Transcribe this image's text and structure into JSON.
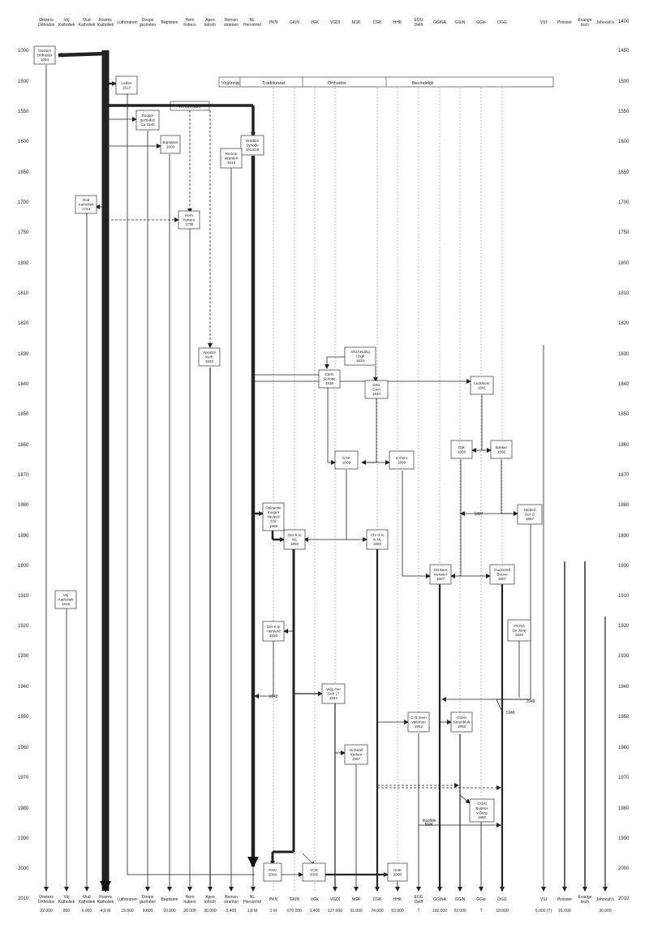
{
  "chart_data": {
    "type": "diagram",
    "title": "",
    "columns": [
      {
        "header": "Oosters Orthodox",
        "footer": "Oosters Orthodox",
        "count": "22.000"
      },
      {
        "header": "Vrij Katholiek",
        "footer": "Vrij Katholiek",
        "count": "800"
      },
      {
        "header": "Oud Katholiek",
        "footer": "Oud Katholiek",
        "count": "6.000"
      },
      {
        "header": "Rooms Katholiek",
        "footer": "Rooms Katholiek",
        "count": "4,9 M"
      },
      {
        "header": "Lutheranen",
        "footer": "Lutheranen",
        "count": "15.000"
      },
      {
        "header": "Doops gezinden",
        "footer": "Doops gezinden",
        "count": "9.600"
      },
      {
        "header": "Baptisten",
        "footer": "Baptisten",
        "count": "20.000"
      },
      {
        "header": "Hern hutters",
        "footer": "Hern hutters",
        "count": "20.000"
      },
      {
        "header": "Apos tolisch",
        "footer": "Apos tolisch",
        "count": "30.000"
      },
      {
        "header": "Remon stranten",
        "footer": "Remon stranten",
        "count": "5.400"
      },
      {
        "header": "NL Hervormd",
        "footer": "NL Hervormd",
        "count": "1,8 M"
      },
      {
        "header": "PKN",
        "footer": "PKN",
        "count": "2 M"
      },
      {
        "header": "GKiN",
        "footer": "GKiN",
        "count": "670.000"
      },
      {
        "header": "VGK",
        "footer": "VGK",
        "count": "3.400"
      },
      {
        "header": "VGDI",
        "footer": "VGDI",
        "count": "127.000"
      },
      {
        "header": "NGK",
        "footer": "NGK",
        "count": "31.000"
      },
      {
        "header": "CGK",
        "footer": "CGK",
        "count": "74.000"
      },
      {
        "header": "HHK",
        "footer": "HHK",
        "count": "53.900"
      },
      {
        "header": "EGG Delft",
        "footer": "EGG Delft",
        "count": "?"
      },
      {
        "header": "GGiNA",
        "footer": "GGiNA",
        "count": "102.500"
      },
      {
        "header": "GGiN",
        "footer": "GGiN",
        "count": "22.000"
      },
      {
        "header": "GGie",
        "footer": "GGie",
        "count": "?"
      },
      {
        "header": "OGG",
        "footer": "OGG",
        "count": "18.000"
      },
      {
        "header": "VSI",
        "footer": "VSI",
        "count": "5.000 (?)"
      },
      {
        "header": "Pinkster",
        "footer": "Pinkster",
        "count": "91.000"
      },
      {
        "header": "Evange lisch",
        "footer": "Evange lisch",
        "count": ""
      },
      {
        "header": "Jehovah's",
        "footer": "Jehovah's",
        "count": "30.000"
      }
    ],
    "top_year_label": "1400",
    "years": [
      "1000",
      "1500",
      "1550",
      "1600",
      "1650",
      "1700",
      "1750",
      "1800",
      "1810",
      "1820",
      "1830",
      "1840",
      "1850",
      "1860",
      "1870",
      "1880",
      "1890",
      "1900",
      "1910",
      "1920",
      "1930",
      "1940",
      "1950",
      "1960",
      "1970",
      "1980",
      "1990",
      "2000",
      "2010"
    ],
    "right_years": [
      "1450",
      "1500",
      "1550",
      "1600",
      "1650",
      "1700",
      "1750",
      "1800",
      "1810",
      "1820",
      "1830",
      "1840",
      "1850",
      "1860",
      "1870",
      "1880",
      "1890",
      "1900",
      "1910",
      "1920",
      "1930",
      "1940",
      "1950",
      "1960",
      "1970",
      "1980",
      "1990",
      "2000",
      "2010"
    ],
    "bands": [
      "Vrijzinnig",
      "Traditioneel",
      "Orthodox",
      "Bevindelijk"
    ],
    "band_label_reformatie": "Reformatie",
    "events": [
      {
        "lines": [
          "Oosters",
          "Orthodox",
          "1054"
        ]
      },
      {
        "lines": [
          "Luther",
          "1517"
        ]
      },
      {
        "lines": [
          "Dooper",
          "gezinden",
          "Ca 1540"
        ]
      },
      {
        "lines": [
          "Baptisten",
          "1609"
        ]
      },
      {
        "lines": [
          "Dordtse",
          "Synode",
          "1618/19"
        ]
      },
      {
        "lines": [
          "Remon",
          "stranten",
          "1619"
        ]
      },
      {
        "lines": [
          "Oud",
          "Katholiek",
          "1724"
        ]
      },
      {
        "lines": [
          "Hern",
          "hutters",
          "1738"
        ]
      },
      {
        "lines": [
          "Apostol",
          "lisch",
          "1832"
        ]
      },
      {
        "lines": [
          "Afscheiding",
          "Chgk",
          "1834"
        ]
      },
      {
        "lines": [
          "ChrG",
          "Schotte",
          "1836"
        ]
      },
      {
        "lines": [
          "GrKr",
          "Gem",
          "1844"
        ]
      },
      {
        "lines": [
          "Ledeboer",
          "1841"
        ]
      },
      {
        "lines": [
          "Dijk",
          "1866"
        ]
      },
      {
        "lines": [
          "Bakker",
          "1866"
        ]
      },
      {
        "lines": [
          "CGK",
          "1869"
        ]
      },
      {
        "lines": [
          "K.Gem",
          "1869"
        ]
      },
      {
        "lines": [
          "Doleantie",
          "Kuyper",
          "Nederd",
          "Chr",
          "1886"
        ]
      },
      {
        "lines": [
          "Nederd",
          "Ger G",
          "1887"
        ]
      },
      {
        "lines": [
          "Ger K in",
          "NL",
          "1892"
        ]
      },
      {
        "lines": [
          "Chr G K",
          "in NL",
          "1892"
        ]
      },
      {
        "lines": [
          "GGiNeA",
          "Kersten",
          "1907"
        ]
      },
      {
        "lines": [
          "OudGeref",
          "Boone",
          "1907"
        ]
      },
      {
        "lines": [
          "Vrij",
          "Katholiek",
          "1916"
        ]
      },
      {
        "lines": [
          "FGGG",
          "De Jong",
          "1922"
        ]
      },
      {
        "lines": [
          "Ger K in",
          "Hersteld",
          "1926"
        ]
      },
      {
        "lines": [
          "Vrijg Ger",
          "Geb 27",
          "1944"
        ]
      },
      {
        "lines": [
          "C G Gem",
          "vMinnen",
          "1952"
        ]
      },
      {
        "lines": [
          "GGiN",
          "Steenblok",
          "1953"
        ]
      },
      {
        "lines": [
          "Ni Geref",
          "Kerken",
          "1967"
        ]
      },
      {
        "lines": [
          "GGiN",
          "Buitens",
          "v Berg",
          "1980"
        ]
      },
      {
        "lines": [
          "PKN",
          "2004"
        ]
      },
      {
        "lines": [
          "VGK",
          "2005"
        ]
      },
      {
        "lines": [
          "HHK",
          "2005"
        ]
      }
    ],
    "small_labels": [
      "1887",
      "1948",
      "1948",
      "1948",
      "Insolide",
      "NRK"
    ]
  },
  "colors": {
    "line": "#222222",
    "dotted": "#777777",
    "background": "#ffffff"
  }
}
